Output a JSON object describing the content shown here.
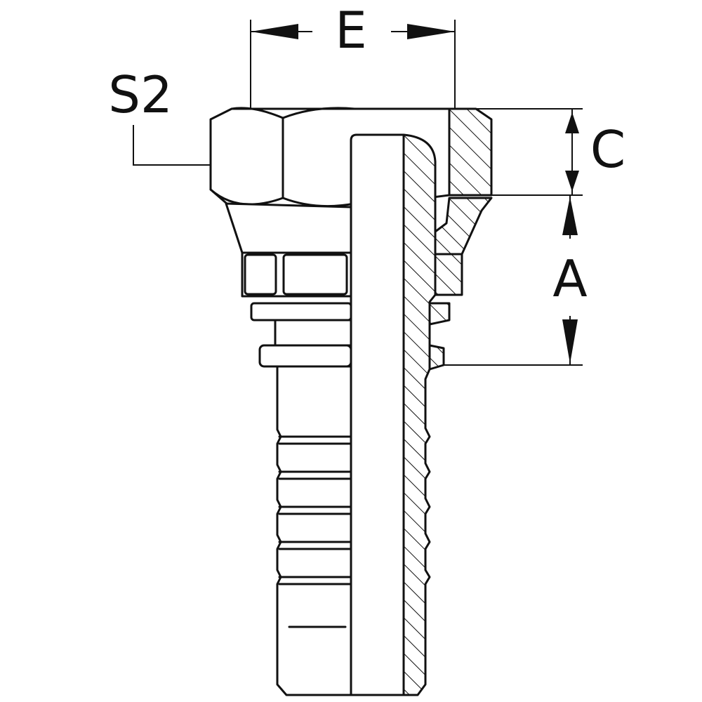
{
  "diagram": {
    "labels": {
      "e": "E",
      "s2": "S2",
      "c": "C",
      "a": "A"
    }
  }
}
